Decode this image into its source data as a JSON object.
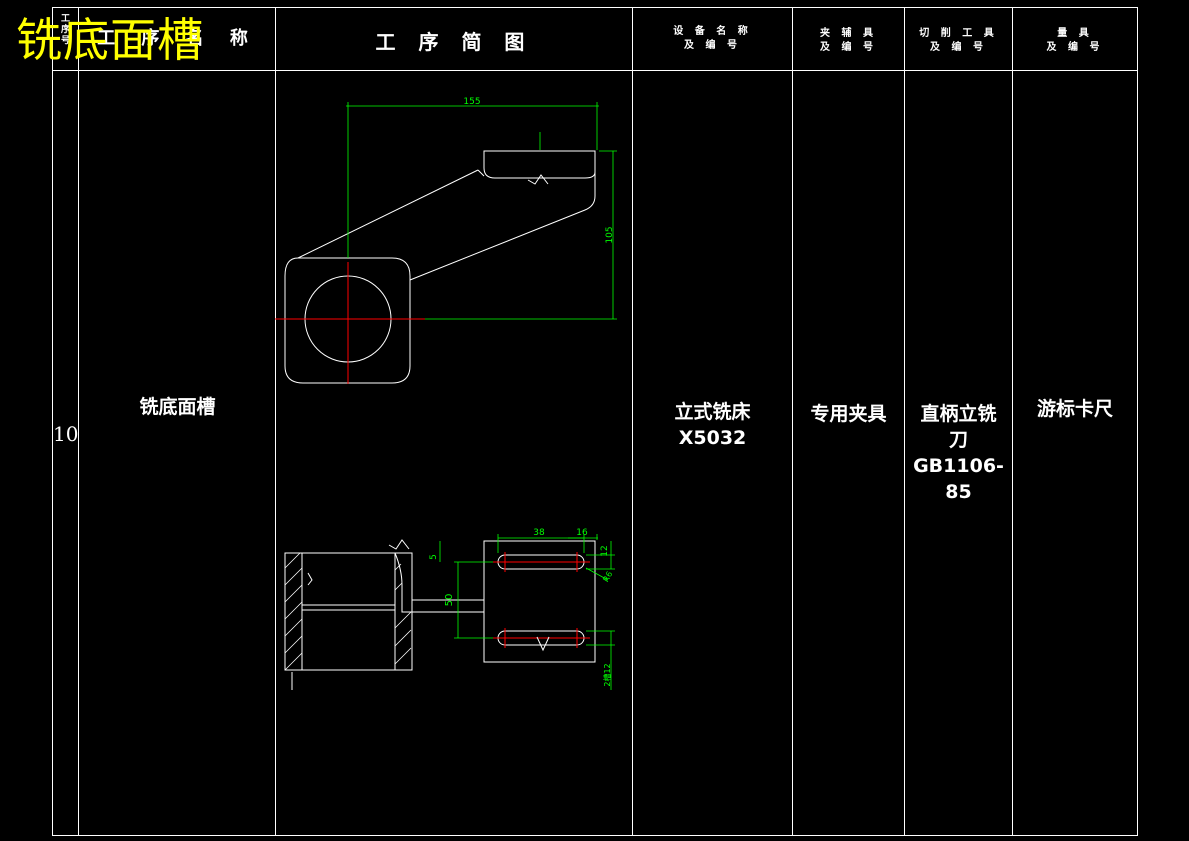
{
  "title": "铣底面槽",
  "header": {
    "step_no": "工\n序\n号",
    "step_name": "工 序 名 称",
    "sketch": "工 序 简 图",
    "equipment": "设 备 名 称\n及 编 号",
    "fixture": "夹 辅 具\n及 编 号",
    "cutting_tool": "切 削 工 具\n及 编 号",
    "gauge": "量   具\n及 编 号"
  },
  "row": {
    "step_no": "10",
    "step_name": "铣底面槽",
    "equipment": "立式铣床\nX5032",
    "fixture": "专用夹具",
    "cutting_tool": "直柄立铣\n刀\nGB1106-85",
    "gauge": "游标卡尺"
  },
  "dimensions": {
    "top_width": "155",
    "top_height": "105",
    "slot_length": "38",
    "slot_end": "16",
    "slot_width": "12",
    "radius": "R6",
    "offset": "5",
    "center_distance": "50",
    "bottom_dim": "2槽12"
  },
  "colors": {
    "line": "#ffffff",
    "dimension": "#00ff00",
    "center": "#ff0000",
    "title": "#ffff00"
  }
}
